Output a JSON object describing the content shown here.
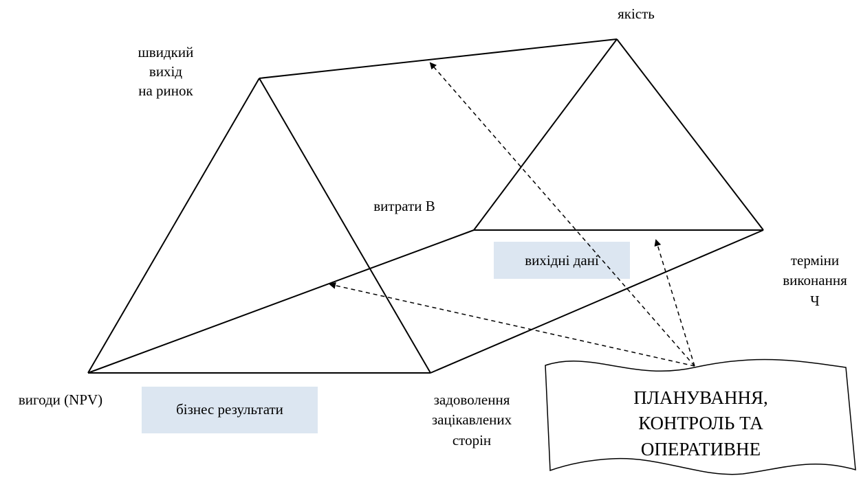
{
  "labels": {
    "quality": "якість",
    "fast_market": [
      "швидкий",
      "вихід",
      "на ринок"
    ],
    "costs": "витрати В",
    "terms": [
      "терміни",
      "виконання",
      "Ч"
    ],
    "benefits": "вигоди (NPV)",
    "satisfaction": [
      "задоволення",
      "зацікавлених",
      "сторін"
    ]
  },
  "boxes": {
    "source_data": "вихідні дані",
    "business_results": "бізнес результати"
  },
  "banner": [
    "ПЛАНУВАННЯ,",
    "КОНТРОЛЬ ТА",
    "ОПЕРАТИВНЕ"
  ],
  "colors": {
    "box_fill": "#dce6f1",
    "line": "#000000"
  }
}
